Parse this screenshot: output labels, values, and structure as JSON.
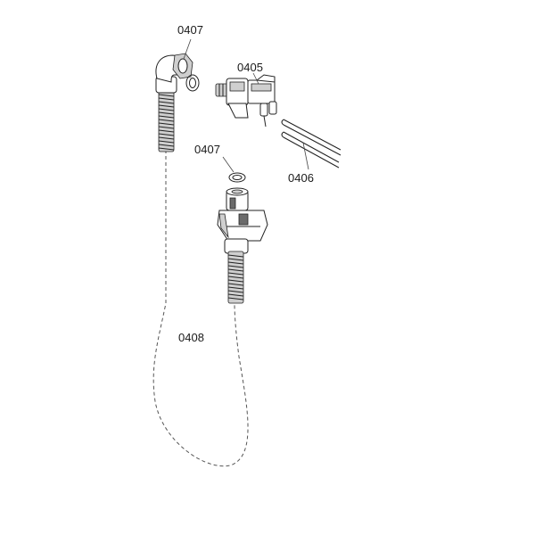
{
  "diagram": {
    "labels": {
      "seal_top": "0407",
      "valve": "0405",
      "pipes": "0406",
      "seal_mid": "0407",
      "hose": "0408"
    }
  }
}
